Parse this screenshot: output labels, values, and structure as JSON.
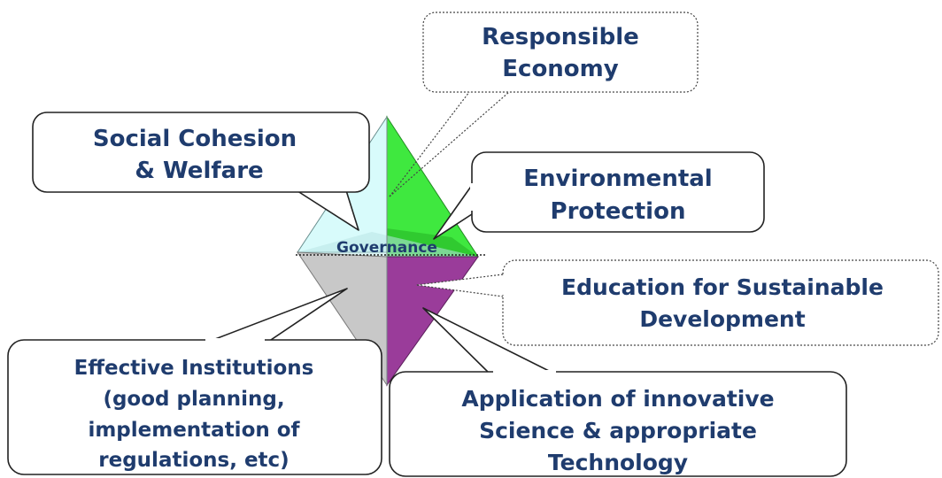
{
  "diagram": {
    "center_label": "Governance",
    "callouts": {
      "responsible_economy": [
        "Responsible",
        "Economy"
      ],
      "social_cohesion": [
        "Social Cohesion",
        "& Welfare"
      ],
      "environmental_protection": [
        "Environmental",
        "Protection"
      ],
      "education": [
        "Education for Sustainable",
        "Development"
      ],
      "effective_institutions": [
        "Effective Institutions",
        "(good planning,",
        "implementation of",
        "regulations, etc)"
      ],
      "innovative_science": [
        "Application of innovative",
        "Science & appropriate",
        "Technology"
      ]
    },
    "colors": {
      "top_left_face": "#d8fbfb",
      "top_right_face": "#3fe83f",
      "top_dark_band": "#2fc62f",
      "bottom_left_face": "#c8c8c8",
      "bottom_right_face": "#9a3c9a",
      "text": "#1f3c6e"
    }
  }
}
